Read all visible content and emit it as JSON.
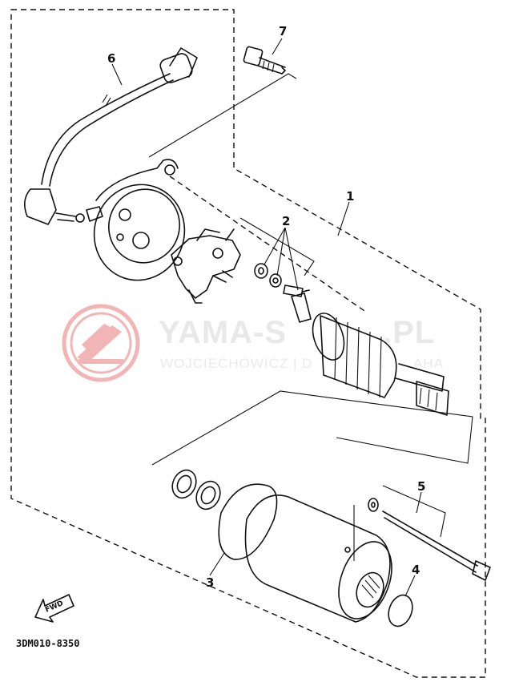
{
  "watermark": {
    "title": "YAMA-S",
    "title_tail": ".PL",
    "subtitle": "WOJCIECHOWICZ | D",
    "subtitle_tail": "AHA",
    "logo_color": "#e87a7a"
  },
  "diagram": {
    "code": "3DM010-8350",
    "fwd_label": "FWD",
    "callouts": [
      "1",
      "2",
      "3",
      "4",
      "5",
      "6",
      "7"
    ]
  }
}
